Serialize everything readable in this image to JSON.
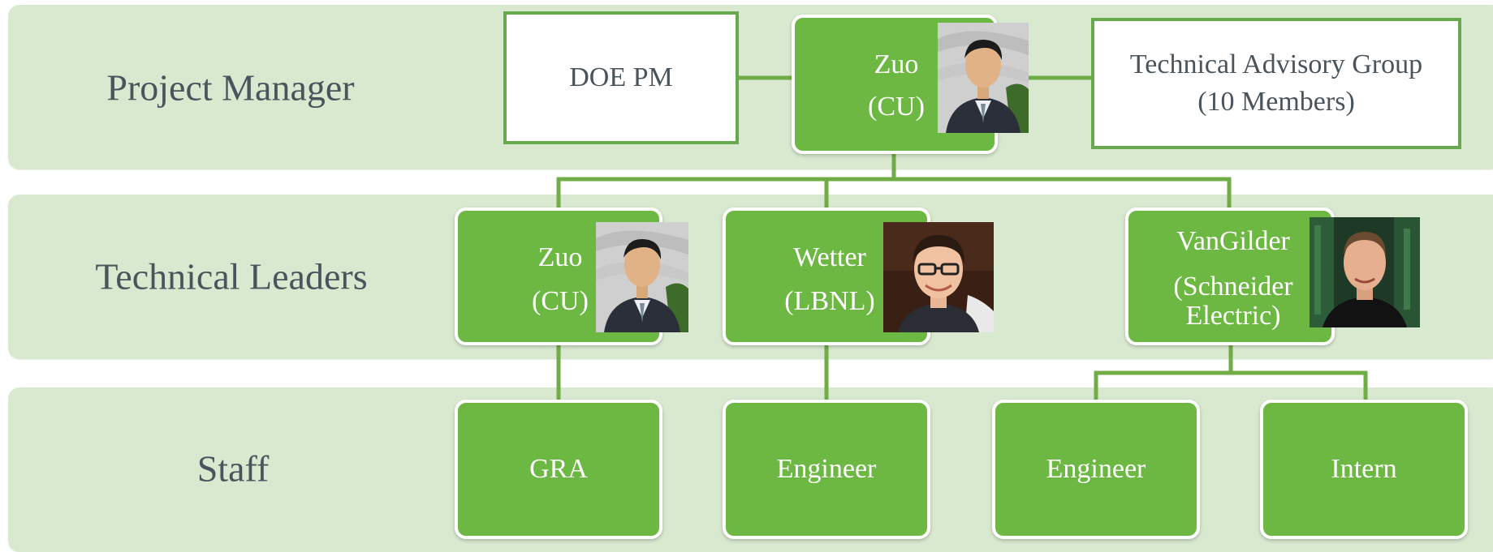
{
  "bands": {
    "project_manager": "Project Manager",
    "technical_leaders": "Technical Leaders",
    "staff": "Staff"
  },
  "pm": {
    "doe": "DOE PM",
    "name": "Zuo",
    "org": "(CU)",
    "advisory_line1": "Technical Advisory Group",
    "advisory_line2": "(10 Members)"
  },
  "leaders": [
    {
      "name": "Zuo",
      "org": "(CU)"
    },
    {
      "name": "Wetter",
      "org": "(LBNL)"
    },
    {
      "name": "VanGilder",
      "org_line1": "(Schneider",
      "org_line2": "Electric)"
    }
  ],
  "staff": [
    "GRA",
    "Engineer",
    "Engineer",
    "Intern"
  ],
  "colors": {
    "band": "#d8e9d0",
    "node": "#6db842",
    "connector": "#70ad47",
    "label_text": "#4a545c"
  },
  "icons": [
    "person-photo-icon"
  ]
}
